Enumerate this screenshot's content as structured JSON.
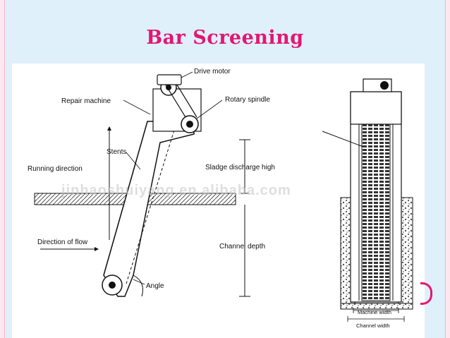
{
  "slide": {
    "title": "Bar Screening"
  },
  "diagram": {
    "labels": {
      "drive_motor": "Drive motor",
      "repair_machine": "Repair machine",
      "rotary_spindle": "Rotary spindle",
      "stents": "Stents",
      "running_direction": "Running direction",
      "sludge_discharge_high": "Sladge discharge high",
      "direction_of_flow": "Direction of flow",
      "channel_depth": "Channel depth",
      "angle": "Angle",
      "machine_width": "Machine width",
      "channel_width": "Channel width"
    },
    "watermark": "jinhaoshuiyang.en.alibaba.com"
  },
  "colors": {
    "title": "#e01873",
    "band": "#dff0fb",
    "edge": "#fde6ee"
  }
}
